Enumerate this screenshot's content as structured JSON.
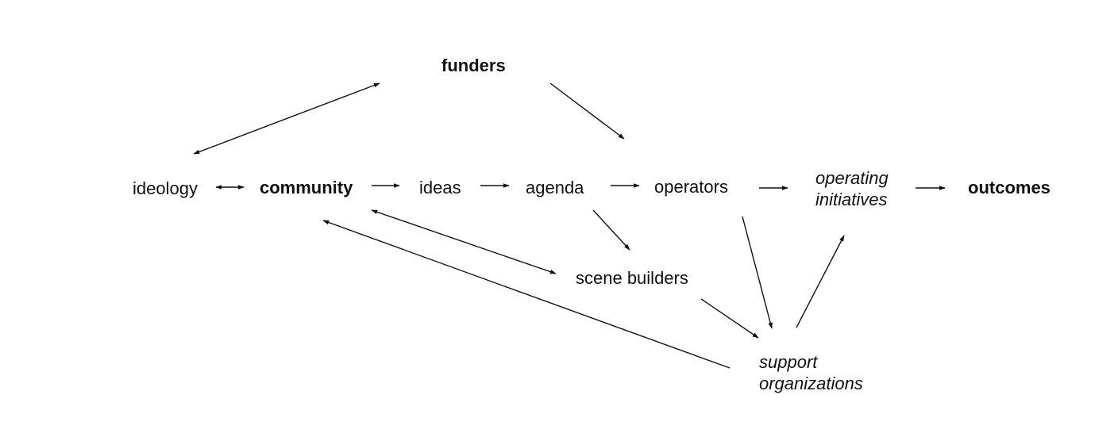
{
  "diagram": {
    "nodes": {
      "funders": "funders",
      "ideology": "ideology",
      "community": "community",
      "ideas": "ideas",
      "agenda": "agenda",
      "operators": "operators",
      "operating_initiatives": [
        "operating",
        "initiatives"
      ],
      "outcomes": "outcomes",
      "scene_builders": "scene builders",
      "support_organizations": [
        "support",
        "organizations"
      ]
    },
    "edges": [
      {
        "from": "ideology",
        "to": "funders",
        "direction": "both"
      },
      {
        "from": "funders",
        "to": "operators",
        "direction": "forward"
      },
      {
        "from": "ideology",
        "to": "community",
        "direction": "both"
      },
      {
        "from": "community",
        "to": "ideas",
        "direction": "forward"
      },
      {
        "from": "ideas",
        "to": "agenda",
        "direction": "forward"
      },
      {
        "from": "agenda",
        "to": "operators",
        "direction": "forward"
      },
      {
        "from": "operators",
        "to": "operating_initiatives",
        "direction": "forward"
      },
      {
        "from": "operating_initiatives",
        "to": "outcomes",
        "direction": "forward"
      },
      {
        "from": "agenda",
        "to": "scene_builders",
        "direction": "forward"
      },
      {
        "from": "community",
        "to": "scene_builders",
        "direction": "both"
      },
      {
        "from": "support_organizations",
        "to": "community",
        "direction": "forward"
      },
      {
        "from": "scene_builders",
        "to": "support_organizations",
        "direction": "forward"
      },
      {
        "from": "operators",
        "to": "support_organizations",
        "direction": "forward"
      },
      {
        "from": "support_organizations",
        "to": "operating_initiatives",
        "direction": "forward"
      }
    ],
    "colors": {
      "text": "#111111",
      "arrow": "#111111",
      "background": "#ffffff"
    }
  }
}
